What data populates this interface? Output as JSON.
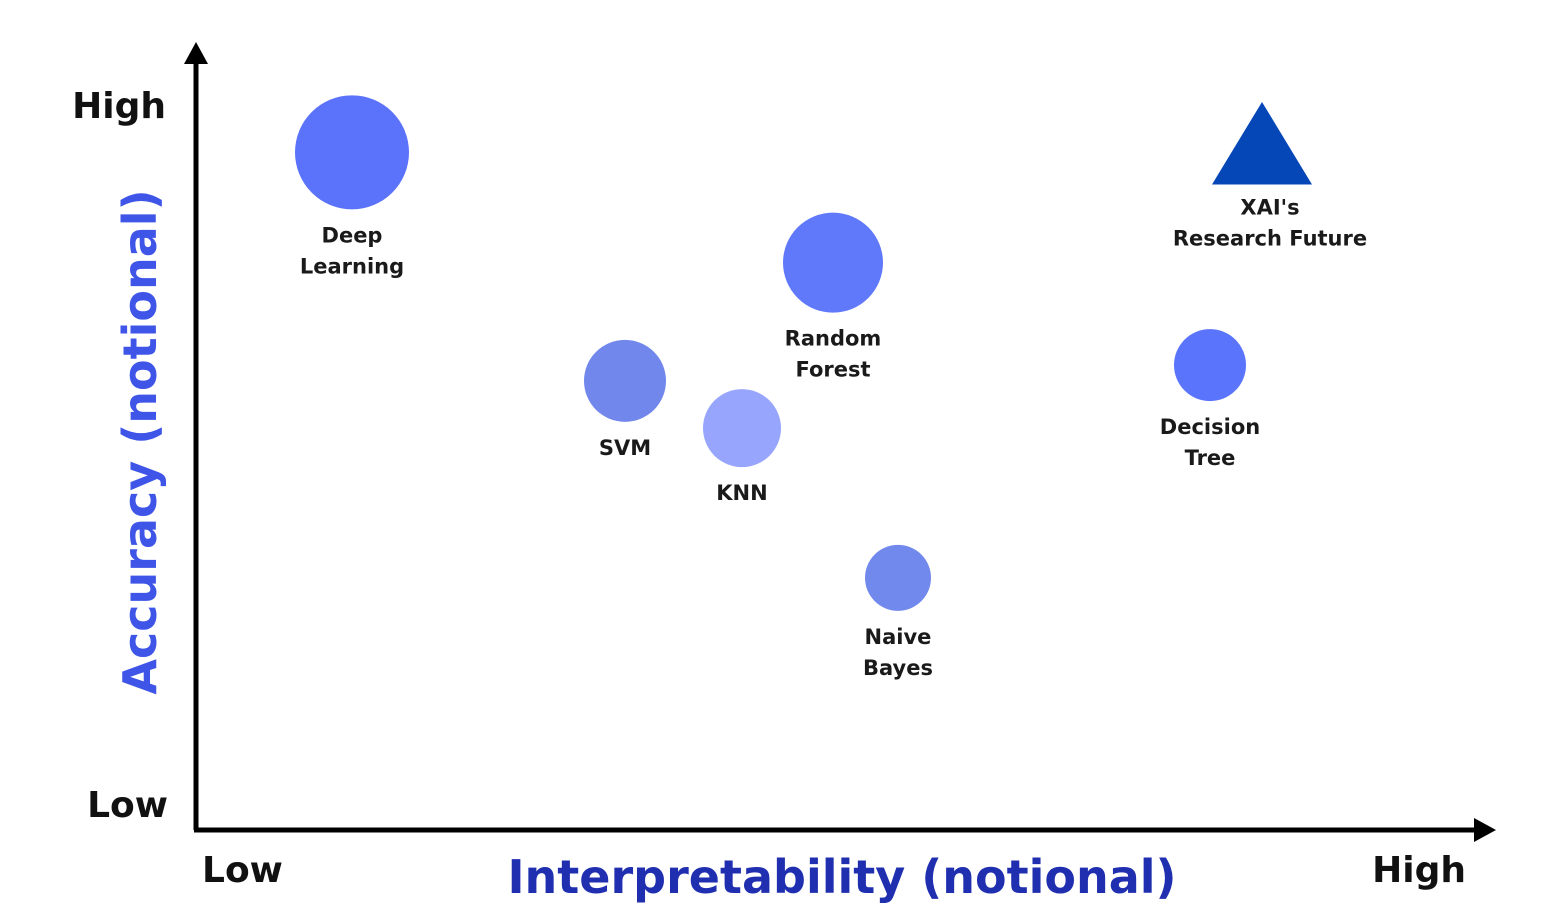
{
  "chart_data": {
    "type": "scatter",
    "subtype": "bubble",
    "title": "",
    "xlabel": "Interpretability (notional)",
    "ylabel": "Accuracy (notional)",
    "x_ticks": {
      "low": "Low",
      "high": "High"
    },
    "y_ticks": {
      "low": "Low",
      "high": "High"
    },
    "xlim": [
      0,
      1
    ],
    "ylim": [
      0,
      1
    ],
    "grid": false,
    "legend": null,
    "axis_title_color": "#1f2fb0",
    "points": [
      {
        "name": "Deep Learning",
        "label_lines": [
          "Deep",
          "Learning"
        ],
        "x": 0.12,
        "y": 0.86,
        "size": 57,
        "marker": "circle",
        "color": "#5b73fb"
      },
      {
        "name": "SVM",
        "label_lines": [
          "SVM"
        ],
        "x": 0.33,
        "y": 0.57,
        "size": 41,
        "marker": "circle",
        "color": "#7287ec"
      },
      {
        "name": "KNN",
        "label_lines": [
          "KNN"
        ],
        "x": 0.42,
        "y": 0.51,
        "size": 39,
        "marker": "circle",
        "color": "#97a6fc"
      },
      {
        "name": "Random Forest",
        "label_lines": [
          "Random",
          "Forest"
        ],
        "x": 0.49,
        "y": 0.72,
        "size": 50,
        "marker": "circle",
        "color": "#6079fb"
      },
      {
        "name": "Naive Bayes",
        "label_lines": [
          "Naive",
          "Bayes"
        ],
        "x": 0.54,
        "y": 0.32,
        "size": 33,
        "marker": "circle",
        "color": "#7189ec"
      },
      {
        "name": "Decision Tree",
        "label_lines": [
          "Decision",
          "Tree"
        ],
        "x": 0.78,
        "y": 0.59,
        "size": 36,
        "marker": "circle",
        "color": "#5a74fb"
      },
      {
        "name": "XAI's Research Future",
        "label_lines": [
          "XAI's",
          "Research Future"
        ],
        "x": 0.82,
        "y": 0.87,
        "size": 50,
        "marker": "triangle",
        "color": "#0647b8"
      }
    ]
  }
}
